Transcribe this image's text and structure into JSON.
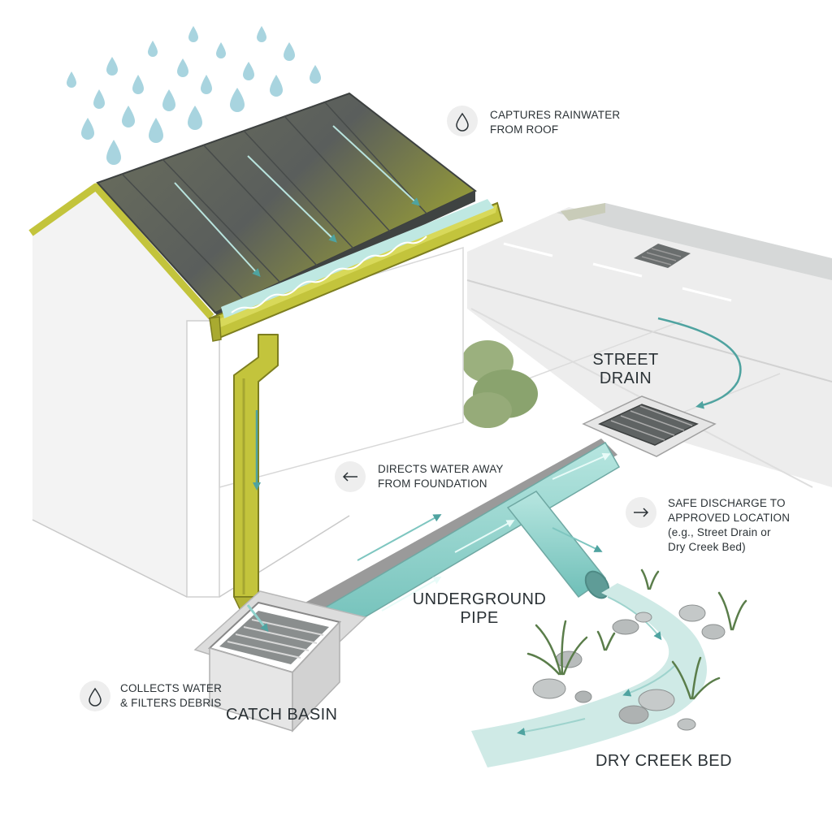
{
  "labels": {
    "roof_note": {
      "line1": "CAPTURES RAINWATER",
      "line2": "FROM ROOF"
    },
    "street_drain": {
      "line1": "STREET",
      "line2": "DRAIN"
    },
    "directs_note": {
      "line1": "DIRECTS WATER AWAY",
      "line2": "FROM FOUNDATION"
    },
    "discharge_note": {
      "line1": "SAFE DISCHARGE TO",
      "line2": "APPROVED LOCATION",
      "line3": "(e.g., Street Drain or",
      "line4": "Dry Creek Bed)"
    },
    "underground_pipe": {
      "line1": "UNDERGROUND",
      "line2": "PIPE"
    },
    "collects_note": {
      "line1": "COLLECTS WATER",
      "line2": "& FILTERS DEBRIS"
    },
    "catch_basin": "CATCH BASIN",
    "dry_creek_bed": "DRY CREEK BED"
  },
  "icons": {
    "roof_badge": "water-drop-icon",
    "directs_badge": "arrow-left-icon",
    "discharge_badge": "arrow-right-icon",
    "collects_badge": "water-drop-icon"
  },
  "colors": {
    "gutter": "#c3c43c",
    "roof": "#5a5e5c",
    "water": "#8fd2cc",
    "arrow": "#4fa3a0",
    "raindrop": "#a8d4df",
    "ink": "#2b3236"
  }
}
